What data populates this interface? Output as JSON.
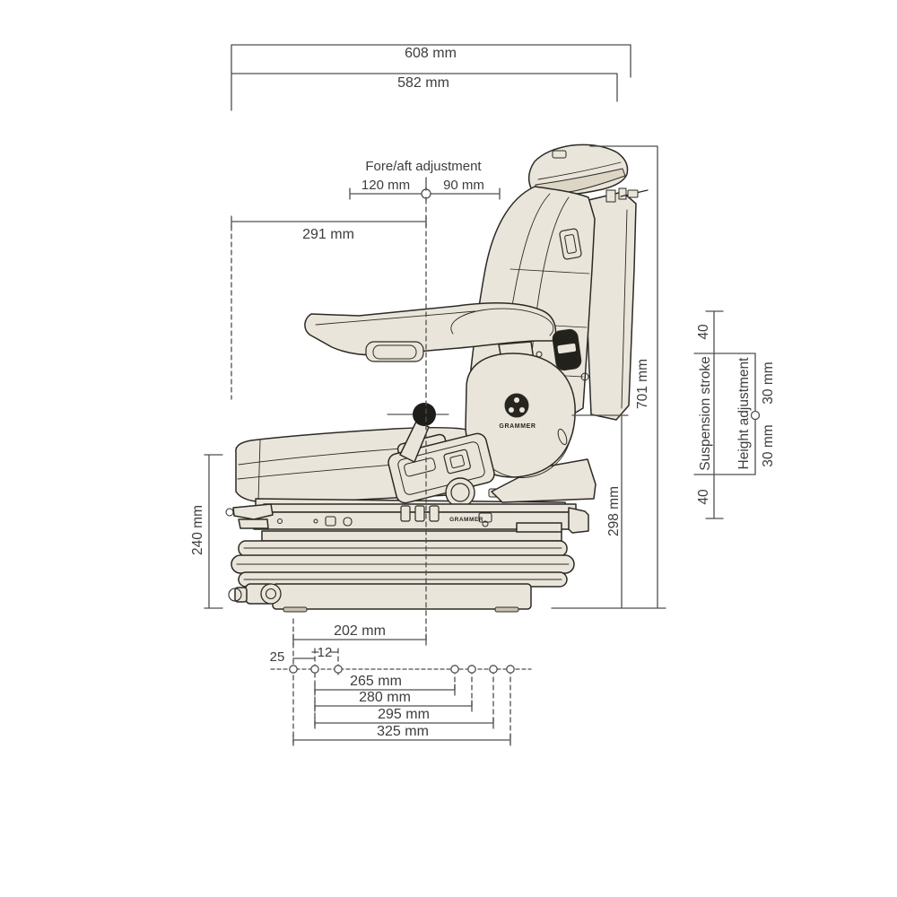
{
  "brand": {
    "rail_logo": "GRAMMER",
    "pivot_logo": "GRAMMER"
  },
  "dims": {
    "w608": "608 mm",
    "w582": "582 mm",
    "foreaft_title": "Fore/aft adjustment",
    "foreaft_back": "120 mm",
    "foreaft_front": "90 mm",
    "d291": "291 mm",
    "h701": "701 mm",
    "h298": "298 mm",
    "h240": "240 mm",
    "s40_top": "40",
    "s40_bottom": "40",
    "susp_label": "Suspension stroke",
    "ha_label": "Height adjustment",
    "ha30_top": "30 mm",
    "ha30_bottom": "30 mm",
    "d202": "202 mm",
    "d25": "25",
    "d12": "12",
    "d265": "265 mm",
    "d280": "280 mm",
    "d295": "295 mm",
    "d325": "325 mm"
  },
  "colors": {
    "background": "#ffffff",
    "seat_fill": "#eae5da",
    "seat_shade": "#ddd5c6",
    "outline": "#2b2a24",
    "dimension_line": "#4f4f4f",
    "text": "#3d3d3d",
    "detail_black": "#22211c"
  }
}
